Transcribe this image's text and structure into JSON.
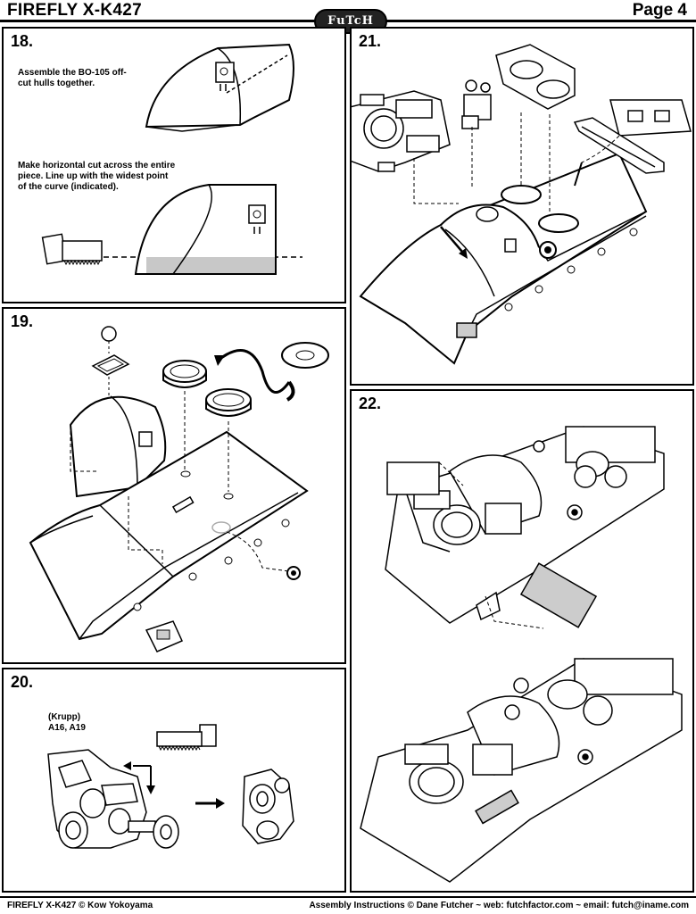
{
  "header": {
    "title": "FIREFLY X-K427",
    "page": "Page 4",
    "logo": "FuTcH"
  },
  "steps": {
    "s18": {
      "number": "18.",
      "note1": "Assemble the BO-105 off-cut hulls together.",
      "note2": "Make horizontal cut across the entire piece.  Line up with the widest point of the curve (indicated)."
    },
    "s19": {
      "number": "19."
    },
    "s20": {
      "number": "20.",
      "part_maker": "(Krupp)",
      "parts": "A16, A19"
    },
    "s21": {
      "number": "21."
    },
    "s22": {
      "number": "22."
    }
  },
  "footer": {
    "left": "FIREFLY X-K427 © Kow Yokoyama",
    "right": "Assembly Instructions © Dane Futcher  ~  web: futchfactor.com  ~  email: futch@iname.com"
  }
}
